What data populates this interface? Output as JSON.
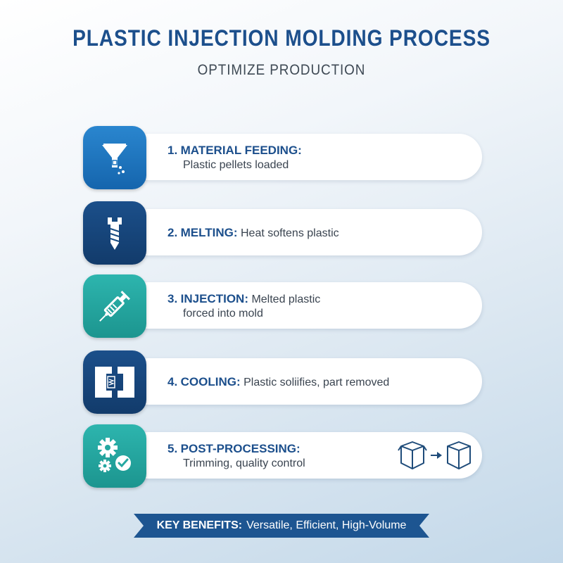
{
  "header": {
    "title": "PLASTIC INJECTION MOLDING PROCESS",
    "subtitle": "OPTIMIZE PRODUCTION"
  },
  "steps": [
    {
      "number": "1.",
      "heading": "MATERIAL FEEDING:",
      "line1": "",
      "line2": "Plastic pellets loaded",
      "icon": "funnel-icon",
      "color": "#1e76be"
    },
    {
      "number": "2.",
      "heading": "MELTING:",
      "line1": "Heat softens plastic",
      "line2": "",
      "icon": "screw-icon",
      "color": "#174a80"
    },
    {
      "number": "3.",
      "heading": "INJECTION:",
      "line1": "Melted plastic",
      "line2": "forced into mold",
      "icon": "syringe-icon",
      "color": "#25a8a1"
    },
    {
      "number": "4.",
      "heading": "COOLING:",
      "line1": "Plastic soliifies, part removed",
      "line2": "",
      "icon": "mold-cooling-icon",
      "color": "#174a80"
    },
    {
      "number": "5.",
      "heading": "POST-PROCESSING:",
      "line1": "",
      "line2": "Trimming, quality control",
      "icon": "gears-check-icon",
      "color": "#25a8a1"
    }
  ],
  "banner": {
    "label": "KEY BENEFITS:",
    "values": "Versatile, Efficient, High-Volume",
    "color": "#1d5591"
  }
}
